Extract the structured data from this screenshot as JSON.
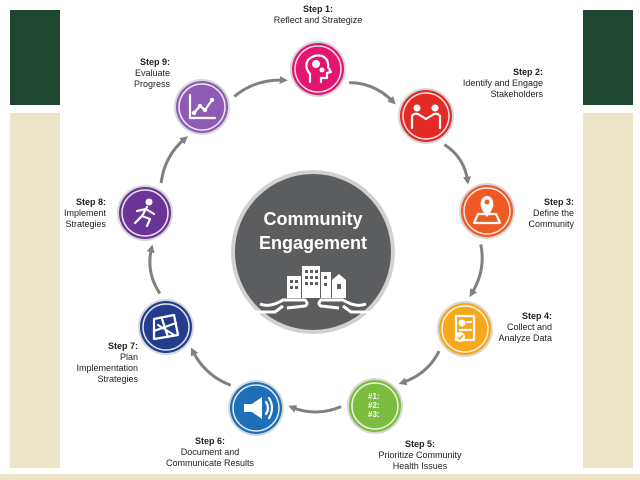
{
  "center": {
    "line1": "Community",
    "line2": "Engagement"
  },
  "steps": [
    {
      "step": "Step 1:",
      "lines": [
        "Reflect and Strategize"
      ],
      "color": "#e2156f",
      "icon": "head-gears-icon"
    },
    {
      "step": "Step 2:",
      "lines": [
        "Identify and Engage",
        "Stakeholders"
      ],
      "color": "#e32a26",
      "icon": "handshake-icon"
    },
    {
      "step": "Step 3:",
      "lines": [
        "Define the",
        "Community"
      ],
      "color": "#ef5a24",
      "icon": "map-pin-icon"
    },
    {
      "step": "Step 4:",
      "lines": [
        "Collect and",
        "Analyze Data"
      ],
      "color": "#f5a81c",
      "icon": "report-icon"
    },
    {
      "step": "Step 5:",
      "lines": [
        "Prioritize Community",
        "Health Issues"
      ],
      "color": "#7cbd3f",
      "icon": "priority-list-icon",
      "list": [
        "#1:",
        "#2:",
        "#3:"
      ]
    },
    {
      "step": "Step 6:",
      "lines": [
        "Document and",
        "Communicate Results"
      ],
      "color": "#1f6fb7",
      "icon": "megaphone-icon"
    },
    {
      "step": "Step 7:",
      "lines": [
        "Plan",
        "Implementation",
        "Strategies"
      ],
      "color": "#243c8c",
      "icon": "blueprint-icon"
    },
    {
      "step": "Step 8:",
      "lines": [
        "Implement",
        "Strategies"
      ],
      "color": "#6a3596",
      "icon": "running-person-icon"
    },
    {
      "step": "Step 9:",
      "lines": [
        "Evaluate",
        "Progress"
      ],
      "color": "#8e5bb4",
      "icon": "chart-icon"
    }
  ]
}
